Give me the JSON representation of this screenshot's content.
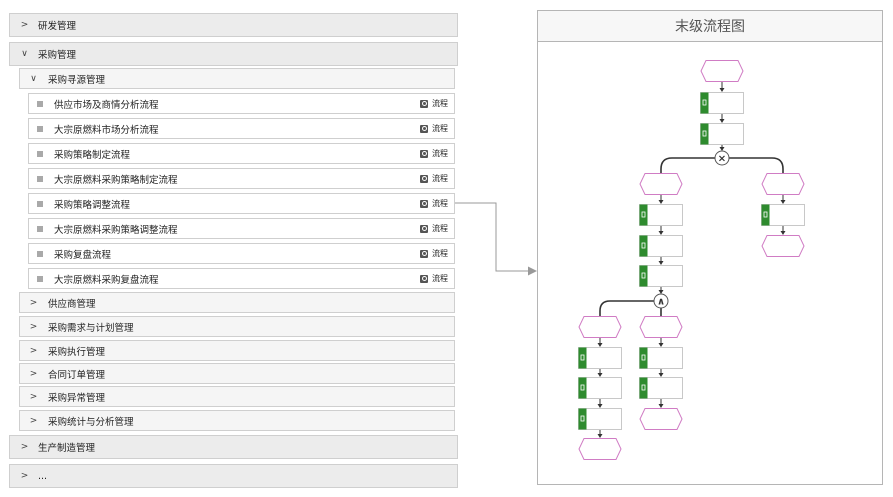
{
  "tree": {
    "rd": {
      "chevron": ">",
      "label": "研发管理"
    },
    "purchase": {
      "chevron": "∨",
      "label": "采购管理"
    },
    "sourcing": {
      "chevron": "∨",
      "label": "采购寻源管理"
    },
    "processes": [
      {
        "label": "供应市场及商情分析流程",
        "flow": "流程"
      },
      {
        "label": "大宗原燃料市场分析流程",
        "flow": "流程"
      },
      {
        "label": "采购策略制定流程",
        "flow": "流程"
      },
      {
        "label": "大宗原燃料采购策略制定流程",
        "flow": "流程"
      },
      {
        "label": "采购策略调整流程",
        "flow": "流程"
      },
      {
        "label": "大宗原燃料采购策略调整流程",
        "flow": "流程"
      },
      {
        "label": "采购复盘流程",
        "flow": "流程"
      },
      {
        "label": "大宗原燃料采购复盘流程",
        "flow": "流程"
      }
    ],
    "submodules": [
      {
        "chevron": ">",
        "label": "供应商管理"
      },
      {
        "chevron": ">",
        "label": "采购需求与计划管理"
      },
      {
        "chevron": ">",
        "label": "采购执行管理"
      },
      {
        "chevron": ">",
        "label": "合同订单管理"
      },
      {
        "chevron": ">",
        "label": "采购异常管理"
      },
      {
        "chevron": ">",
        "label": "采购统计与分析管理"
      }
    ],
    "manufacturing": {
      "chevron": ">",
      "label": "生产制造管理"
    },
    "more": {
      "chevron": ">",
      "label": "..."
    }
  },
  "diagram": {
    "title": "末级流程图",
    "colors": {
      "event_stroke": "#d07cc4",
      "task_stroke": "#c8c8c8",
      "task_marker": "#2e8b2e",
      "line": "#333333",
      "gateway_stroke": "#555555",
      "connector": "#999999"
    },
    "gateway_symbols": {
      "xor": "×",
      "and": "∧"
    }
  }
}
